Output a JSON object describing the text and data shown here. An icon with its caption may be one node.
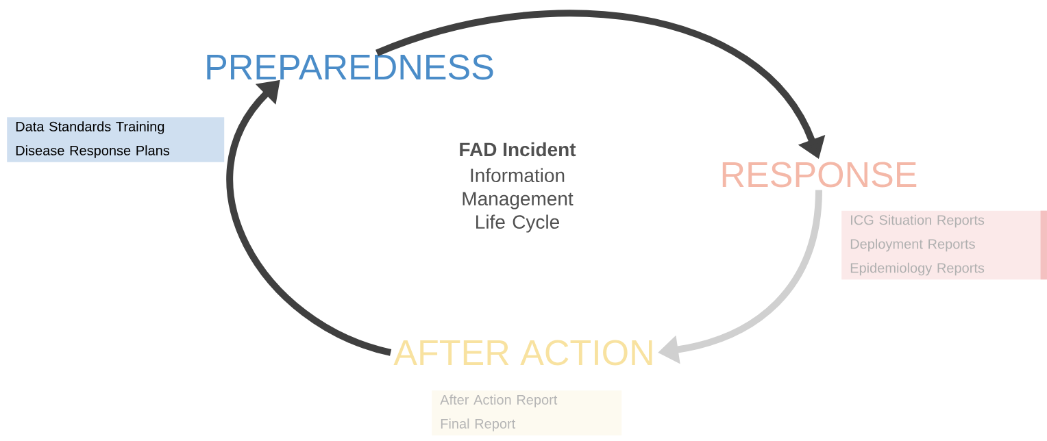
{
  "diagram": {
    "nodes": [
      {
        "text": [
          "PREPAREDNESS"
        ]
      },
      {
        "text": [
          "RESPONSE"
        ]
      },
      {
        "text": [
          "AFTER ACTION"
        ]
      },
      {
        "text": [
          "Data Standards Training",
          "Disease Response Plans"
        ]
      },
      {
        "text": [
          "ICG Situation Reports",
          "Deployment Reports",
          "Epidemiology Reports"
        ]
      },
      {
        "text": [
          "After Action Report",
          "Final Report"
        ]
      }
    ],
    "edges": [
      {
        "from": 0,
        "to": 1,
        "arrow": "to"
      },
      {
        "from": 1,
        "to": 2,
        "arrow": "to",
        "color": "#d0d0d0"
      },
      {
        "from": 2,
        "to": 0,
        "arrow": "to"
      }
    ],
    "labels": [
      "FAD Incident",
      "Information Management Life Cycle"
    ]
  }
}
